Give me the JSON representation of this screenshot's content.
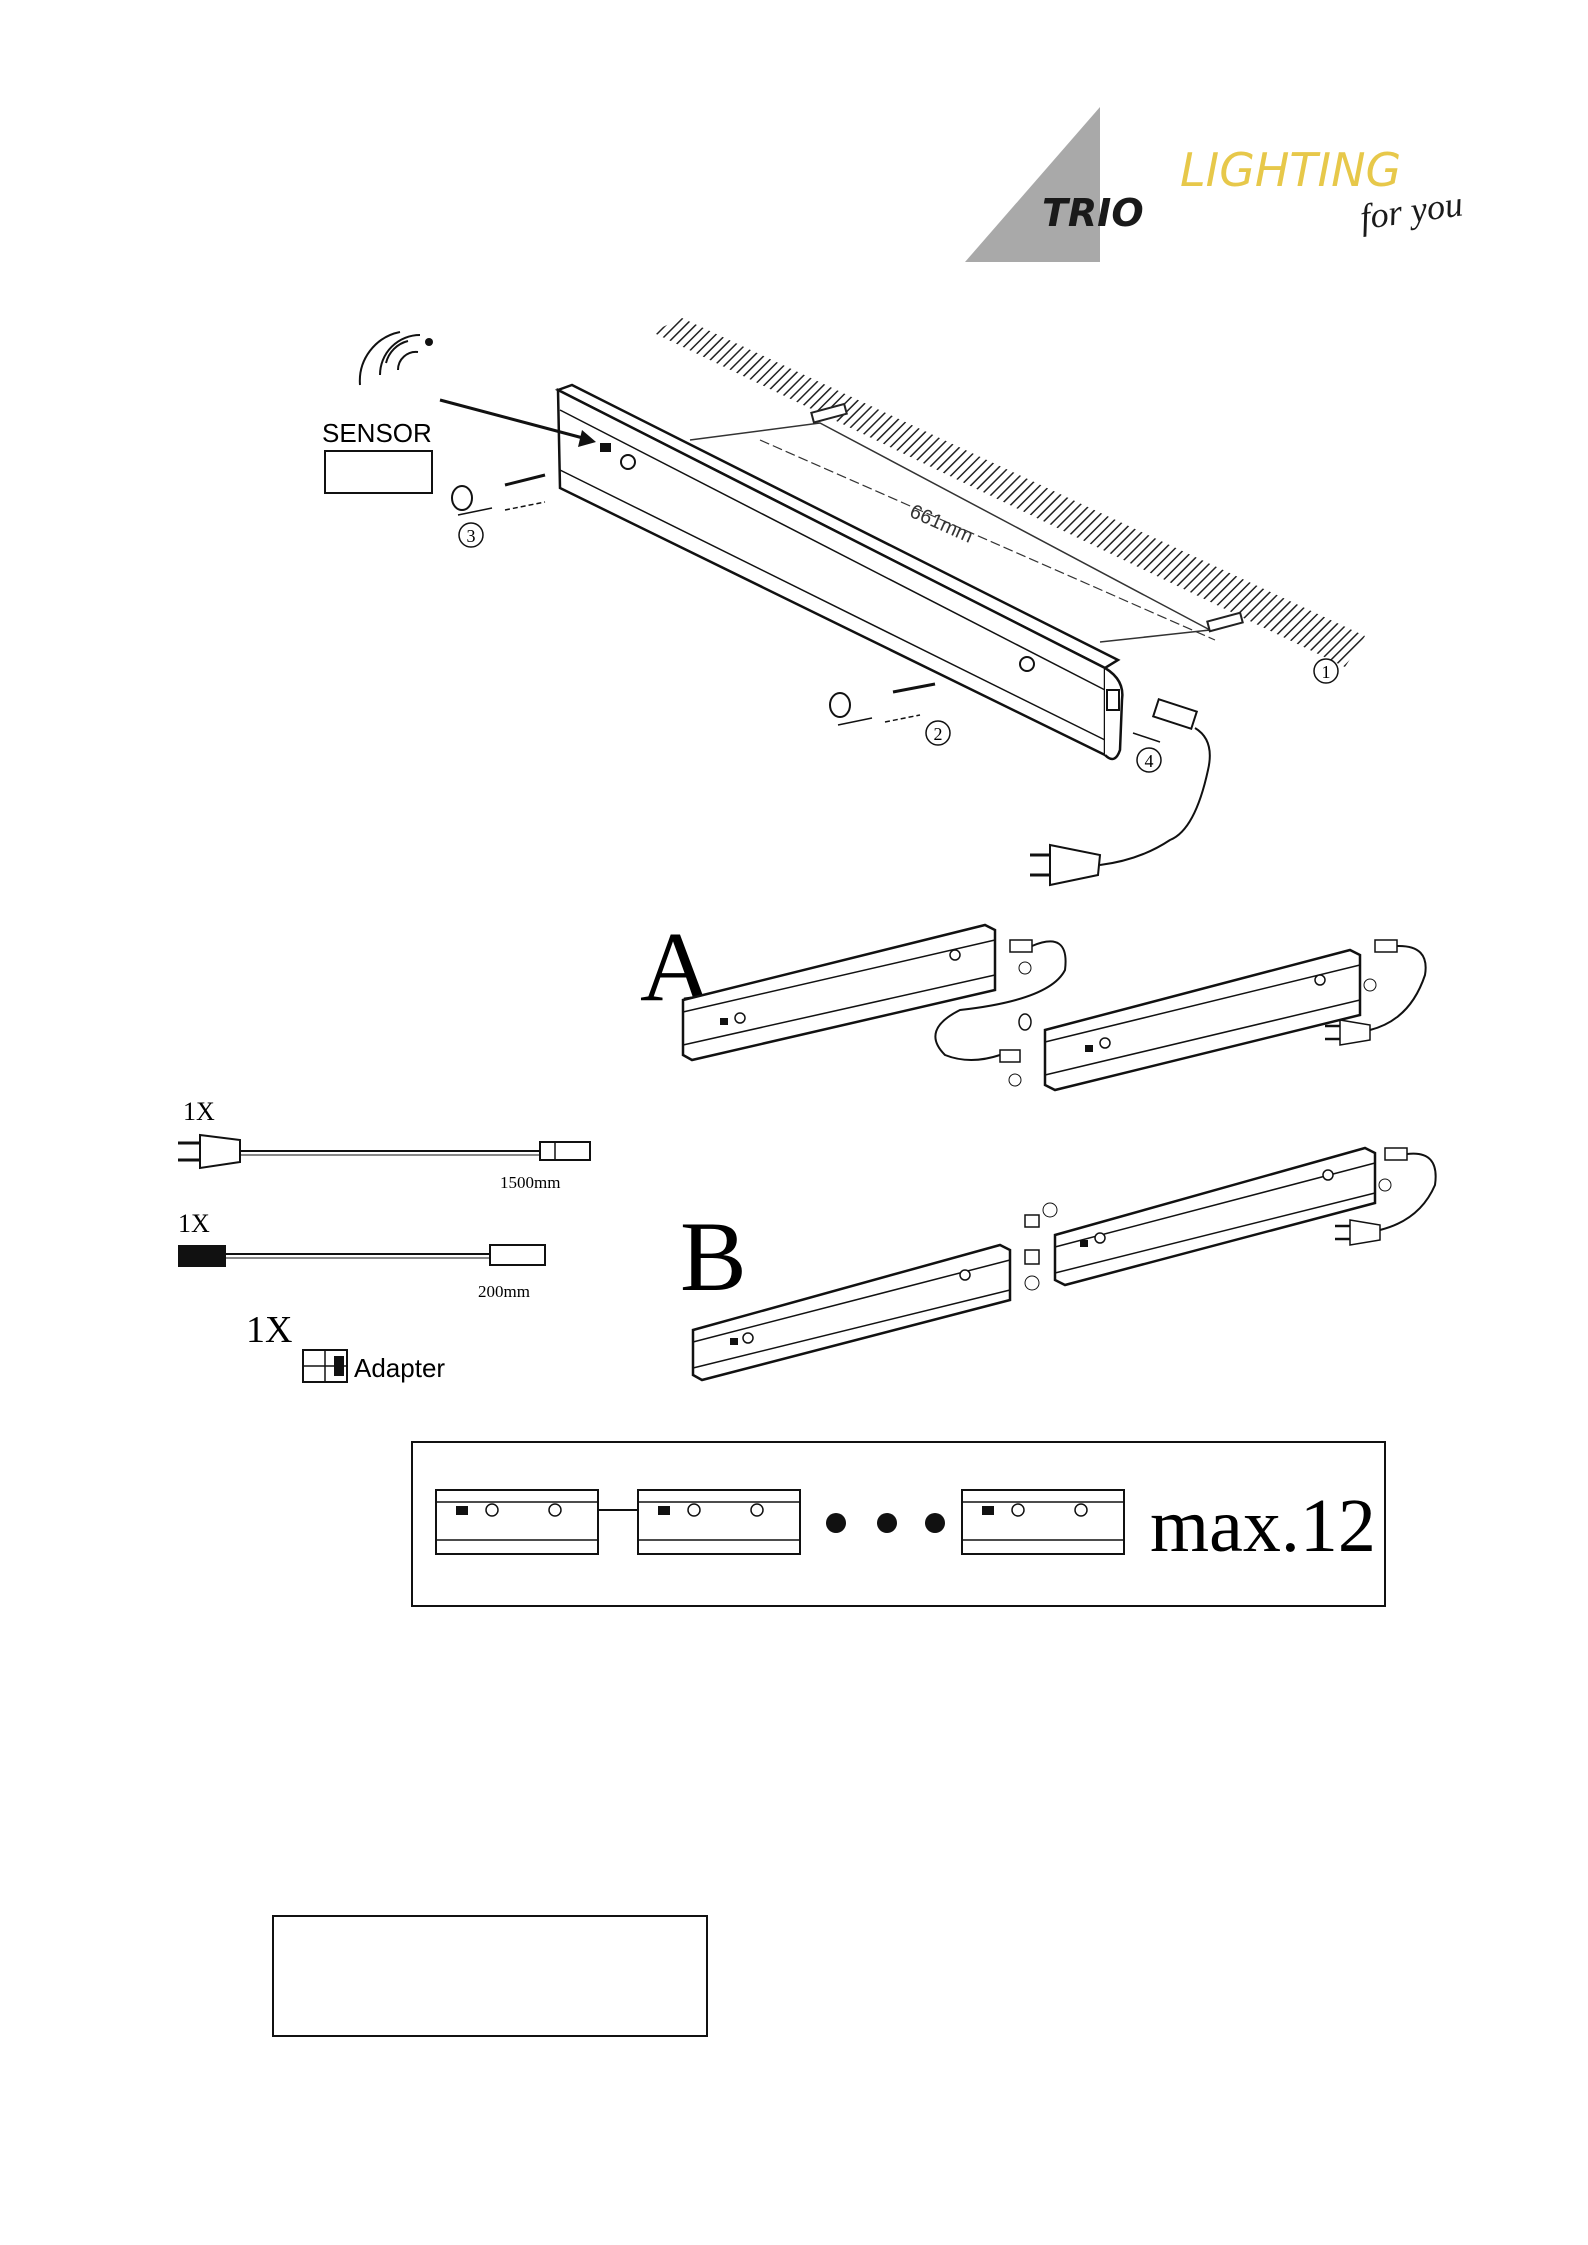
{
  "logo": {
    "brand": "TRIO",
    "tagline": "LIGHTING",
    "subtagline": "for you",
    "colors": {
      "triangle": "#a9a9a9",
      "tagline": "#e7c84a",
      "brand": "#1a1a1a"
    }
  },
  "install": {
    "sensor_label": "SENSOR",
    "dimension": "661mm",
    "steps": [
      "1",
      "2",
      "3",
      "4"
    ]
  },
  "config": {
    "label_a": "A",
    "label_b": "B"
  },
  "parts": [
    {
      "qty": "1X",
      "length": "1500mm"
    },
    {
      "qty": "1X",
      "length": "200mm"
    },
    {
      "qty": "1X",
      "name": "Adapter"
    }
  ],
  "chain": {
    "label": "max.12"
  }
}
